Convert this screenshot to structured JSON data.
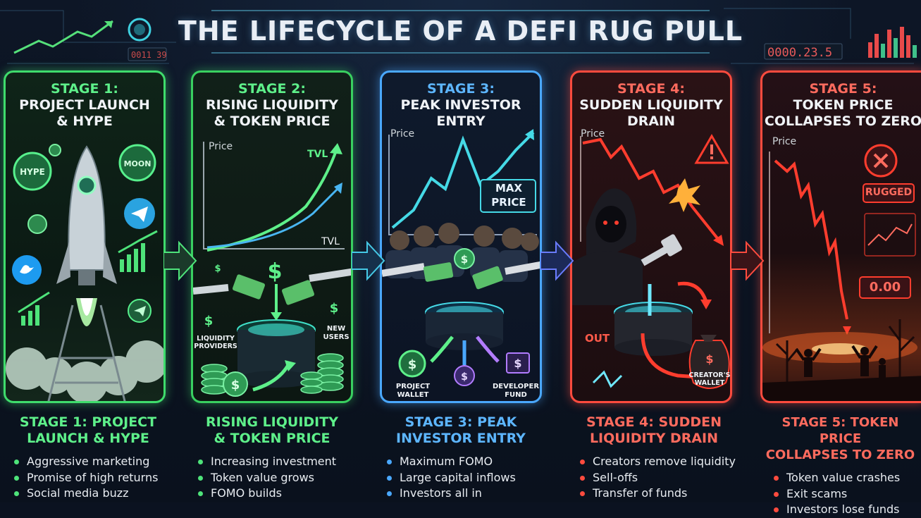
{
  "title": "THE LIFECYCLE OF A DEFI RUG PULL",
  "decor": {
    "left_counter": "0011 39",
    "right_counter": "0000.23.5"
  },
  "stages": [
    {
      "head_line1": "STAGE 1:",
      "head_line2": "PROJECT LAUNCH",
      "head_line3": "& HYPE",
      "color": "#4ee37a",
      "badges": [
        "HYPE",
        "MOON"
      ],
      "caption_line1": "STAGE 1: PROJECT",
      "caption_line2": "LAUNCH & HYPE",
      "bullets": [
        "Aggressive marketing",
        "Promise of high returns",
        "Social media buzz"
      ]
    },
    {
      "head_line1": "STAGE 2:",
      "head_line2": "RISING LIQUIDITY",
      "head_line3": "& TOKEN PRICE",
      "color": "#44d66a",
      "chart_label_price": "Price",
      "chart_label_tvl_top": "TVL",
      "chart_label_tvl_bottom": "TVL",
      "label_liquidity": "LIQUIDITY PROVIDERS",
      "label_new_users": "NEW USERS",
      "caption_line1": "RISING LIQUIDITY",
      "caption_line2": "& TOKEN PRICE",
      "bullets": [
        "Increasing investment",
        "Token value grows",
        "FOMO builds"
      ]
    },
    {
      "head_line1": "STAGE 3:",
      "head_line2": "PEAK INVESTOR ENTRY",
      "color": "#4aa8ff",
      "chart_label_price": "Price",
      "max_price": "MAX PRICE",
      "label_project_wallet": "PROJECT WALLET",
      "label_developer_fund": "DEVELOPER FUND",
      "caption_line1": "STAGE 3: PEAK",
      "caption_line2": "INVESTOR ENTRY",
      "bullets": [
        "Maximum FOMO",
        "Large capital inflows",
        "Investors all in"
      ]
    },
    {
      "head_line1": "STAGE 4:",
      "head_line2": "SUDDEN LIQUIDITY",
      "head_line3": "DRAIN",
      "color": "#ff4b3e",
      "chart_label_price": "Price",
      "label_out": "OUT",
      "label_creators_wallet": "CREATOR'S WALLET",
      "caption_line1": "STAGE 4: SUDDEN",
      "caption_line2": "LIQUIDITY DRAIN",
      "bullets": [
        "Creators remove liquidity",
        "Sell-offs",
        "Transfer of funds"
      ]
    },
    {
      "head_line1": "STAGE 5:",
      "head_line2": "TOKEN PRICE",
      "head_line3": "COLLAPSES TO ZERO",
      "color": "#ff4b3e",
      "chart_label_price": "Price",
      "rugged": "RUGGED",
      "zero_value": "0.00",
      "caption_line1": "STAGE 5: TOKEN PRICE",
      "caption_line2": "COLLAPSES TO ZERO",
      "bullets": [
        "Token value crashes",
        "Exit scams",
        "Investors lose funds"
      ]
    }
  ]
}
